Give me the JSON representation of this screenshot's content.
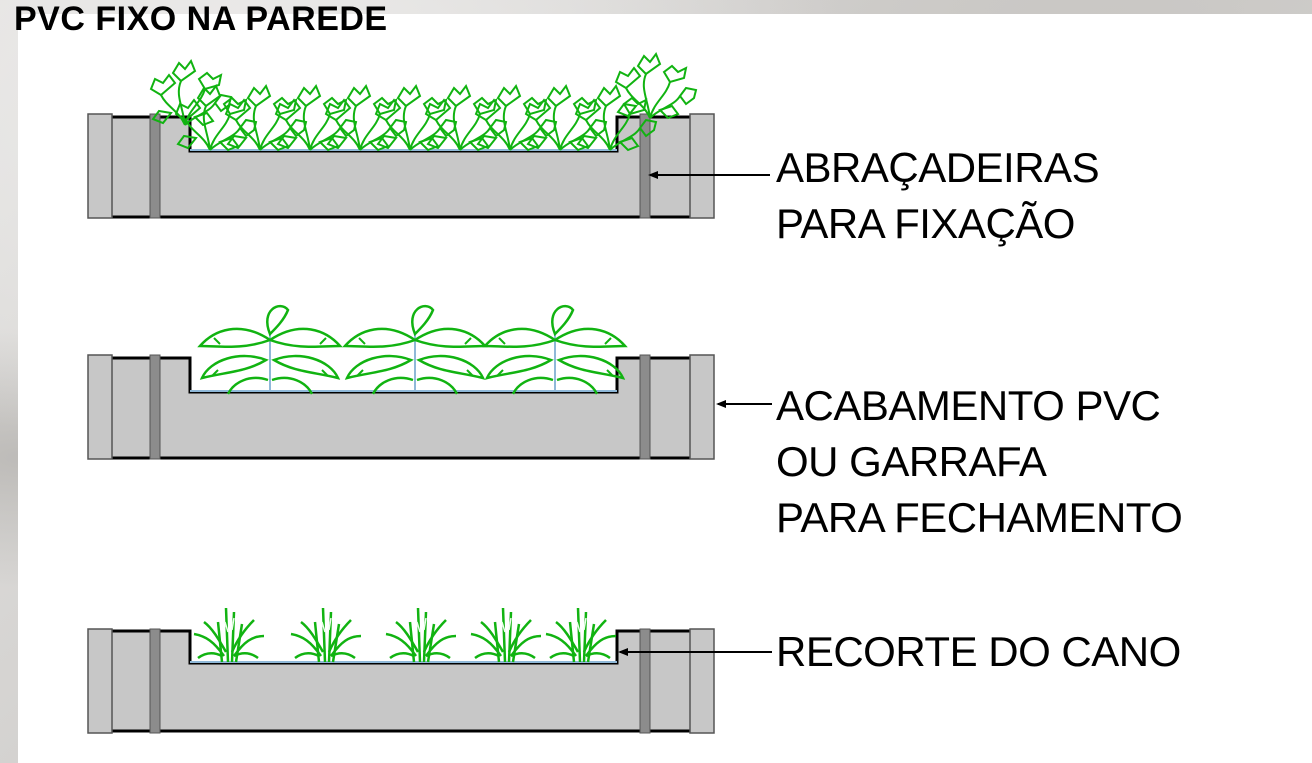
{
  "title": "PVC FIXO NA PAREDE",
  "labels": {
    "abracadeiras": [
      "ABRAÇADEIRAS",
      "PARA FIXAÇÃO"
    ],
    "acabamento": [
      "ACABAMENTO PVC",
      "OU GARRAFA",
      "PARA FECHAMENTO"
    ],
    "recorte": [
      "RECORTE DO CANO"
    ]
  },
  "colors": {
    "pipe_fill": "#c7c7c7",
    "clamp_fill": "#8c8c8c",
    "plant": "#11b311",
    "water": "#8fb8d8",
    "ink": "#000000"
  },
  "plant_styles": [
    "bushy-leaf-plant",
    "broad-leaf-plant",
    "grass-plant"
  ]
}
